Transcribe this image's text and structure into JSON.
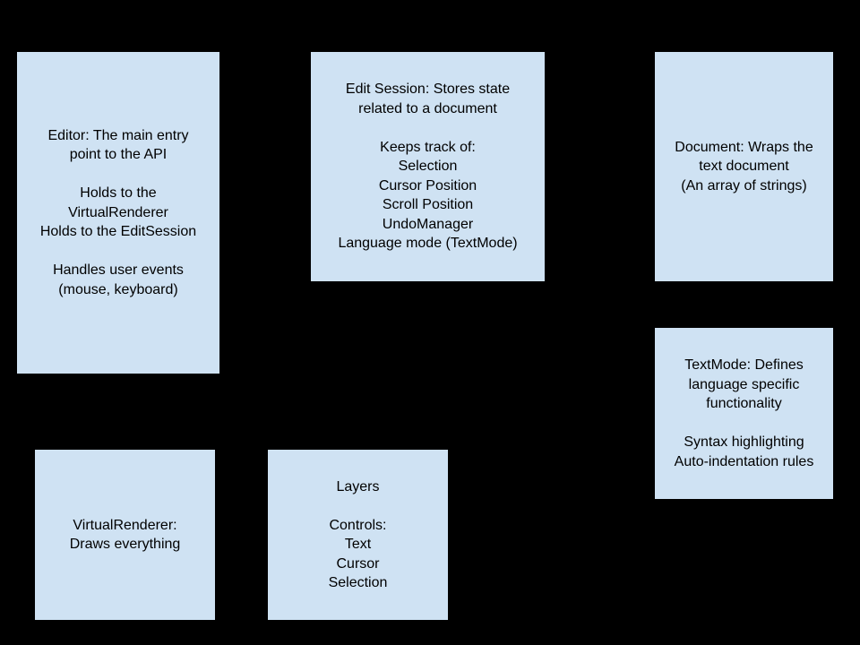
{
  "diagram": {
    "colors": {
      "background": "#000000",
      "box_fill": "#cfe2f3",
      "box_border": "#000000",
      "text": "#000000"
    },
    "boxes": [
      {
        "name": "editor",
        "text": "Editor: The main entry\npoint to the API\n\nHolds to the\nVirtualRenderer\nHolds to the EditSession\n\nHandles user events\n(mouse, keyboard)"
      },
      {
        "name": "edit-session",
        "text": "Edit Session: Stores state\nrelated to a document\n\nKeeps track of:\nSelection\nCursor Position\nScroll Position\nUndoManager\nLanguage mode (TextMode)"
      },
      {
        "name": "document",
        "text": "Document: Wraps the\ntext document\n(An array of strings)"
      },
      {
        "name": "textmode",
        "text": "TextMode: Defines\nlanguage specific\nfunctionality\n\nSyntax highlighting\nAuto-indentation rules"
      },
      {
        "name": "virtual-renderer",
        "text": "VirtualRenderer:\nDraws everything"
      },
      {
        "name": "layers",
        "text": "Layers\n\nControls:\nText\nCursor\nSelection"
      }
    ]
  }
}
